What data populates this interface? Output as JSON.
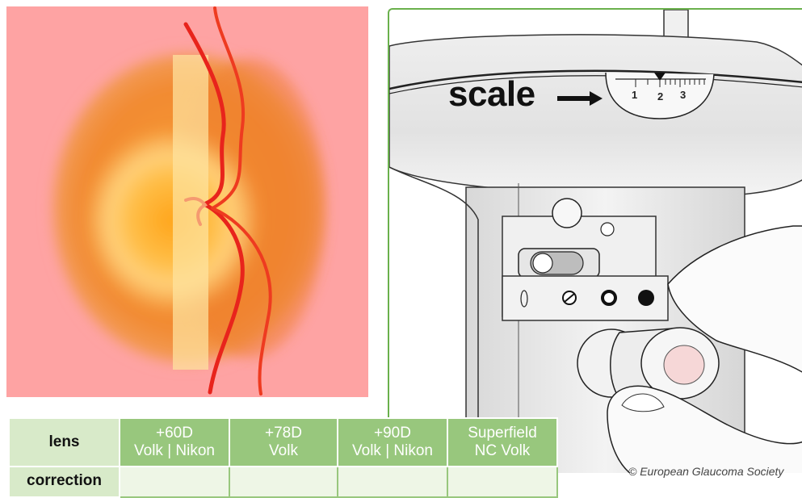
{
  "device": {
    "scale_label": "scale",
    "scale_ticks": [
      "1",
      "2",
      "3"
    ]
  },
  "table": {
    "row_header": "lens",
    "row2_header": "correction",
    "columns": [
      {
        "power": "+60D",
        "brand": "Volk | Nikon"
      },
      {
        "power": "+78D",
        "brand": "Volk"
      },
      {
        "power": "+90D",
        "brand": "Volk | Nikon"
      },
      {
        "power": "Superfield",
        "brand": "NC Volk"
      }
    ]
  },
  "copyright": "© European Glaucoma Society",
  "colors": {
    "table_header": "#98c77d",
    "table_rowhead": "#d8eac9",
    "panel_border": "#6ab04c",
    "fundus_bg": "#fea3a3",
    "vessel": "#e8241c"
  }
}
